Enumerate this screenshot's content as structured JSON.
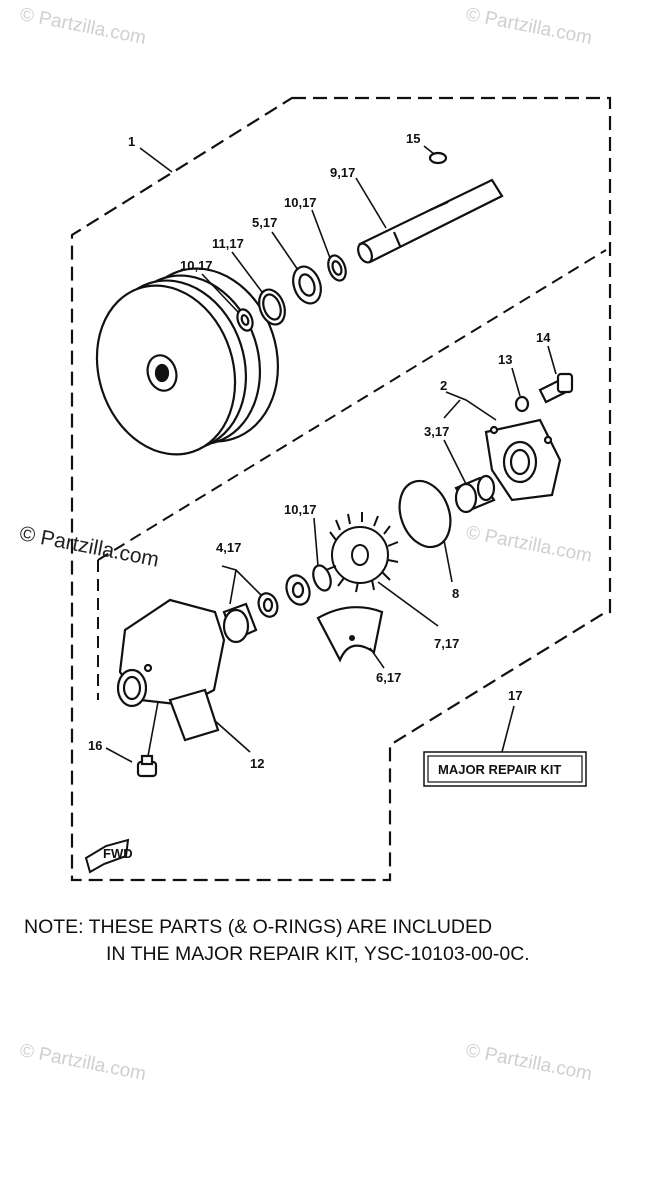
{
  "watermarks": {
    "top_left": "© Partzilla.com",
    "top_right": "© Partzilla.com",
    "mid_left": "© Partzilla.com",
    "mid_right": "© Partzilla.com",
    "bottom_left": "© Partzilla.com",
    "bottom_right": "© Partzilla.com"
  },
  "callouts": {
    "p1": "1",
    "p15": "15",
    "p9_17": "9,17",
    "p10_17_a": "10,17",
    "p5_17": "5,17",
    "p11_17": "11,17",
    "p10_17_b": "10,17",
    "p13": "13",
    "p14": "14",
    "p2": "2",
    "p3_17": "3,17",
    "p10_17_c": "10,17",
    "p4_17": "4,17",
    "p8": "8",
    "p7_17": "7,17",
    "p6_17": "6,17",
    "p12": "12",
    "p16": "16",
    "p17": "17"
  },
  "kit_label": "MAJOR REPAIR KIT",
  "fwd_label": "FWD",
  "note": {
    "line1": "NOTE: THESE PARTS (& O-RINGS) ARE INCLUDED",
    "line2": "IN THE MAJOR REPAIR KIT, YSC-10103-00-0C."
  }
}
